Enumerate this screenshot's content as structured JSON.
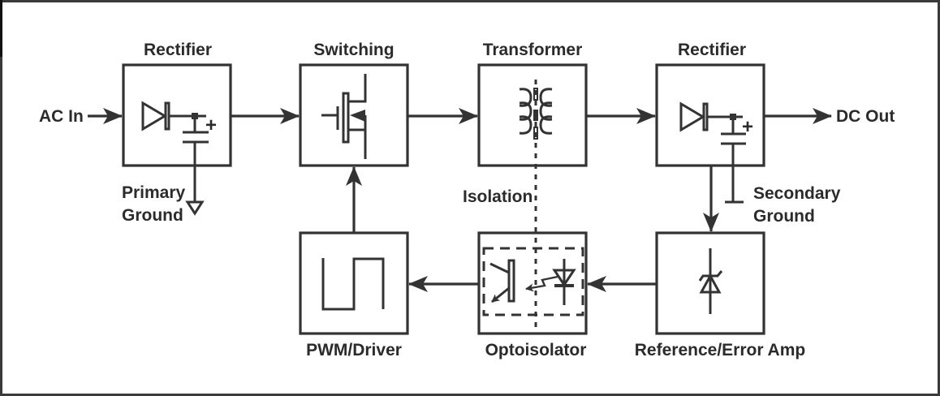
{
  "diagram": {
    "title": "Switch-mode power supply block diagram",
    "blocks": {
      "rectifier_primary": {
        "label": "Rectifier"
      },
      "switching": {
        "label": "Switching"
      },
      "transformer": {
        "label": "Transformer"
      },
      "rectifier_secondary": {
        "label": "Rectifier"
      },
      "pwm_driver": {
        "label": "PWM/Driver"
      },
      "optoisolator": {
        "label": "Optoisolator"
      },
      "reference_error_amp": {
        "label": "Reference/Error Amp"
      }
    },
    "io": {
      "input": "AC In",
      "output": "DC Out"
    },
    "annotations": {
      "primary_ground": [
        "Primary",
        "Ground"
      ],
      "secondary_ground": [
        "Secondary",
        "Ground"
      ],
      "isolation": "Isolation",
      "capacitor_polarity": "+"
    },
    "connections": [
      {
        "from": "AC In",
        "to": "Rectifier (primary)"
      },
      {
        "from": "Rectifier (primary)",
        "to": "Switching"
      },
      {
        "from": "Switching",
        "to": "Transformer"
      },
      {
        "from": "Transformer",
        "to": "Rectifier (secondary)"
      },
      {
        "from": "Rectifier (secondary)",
        "to": "DC Out"
      },
      {
        "from": "Rectifier (secondary)",
        "to": "Reference/Error Amp"
      },
      {
        "from": "Reference/Error Amp",
        "to": "Optoisolator"
      },
      {
        "from": "Optoisolator",
        "to": "PWM/Driver"
      },
      {
        "from": "PWM/Driver",
        "to": "Switching"
      }
    ],
    "colors": {
      "stroke": "#333333",
      "background": "#ffffff"
    }
  }
}
